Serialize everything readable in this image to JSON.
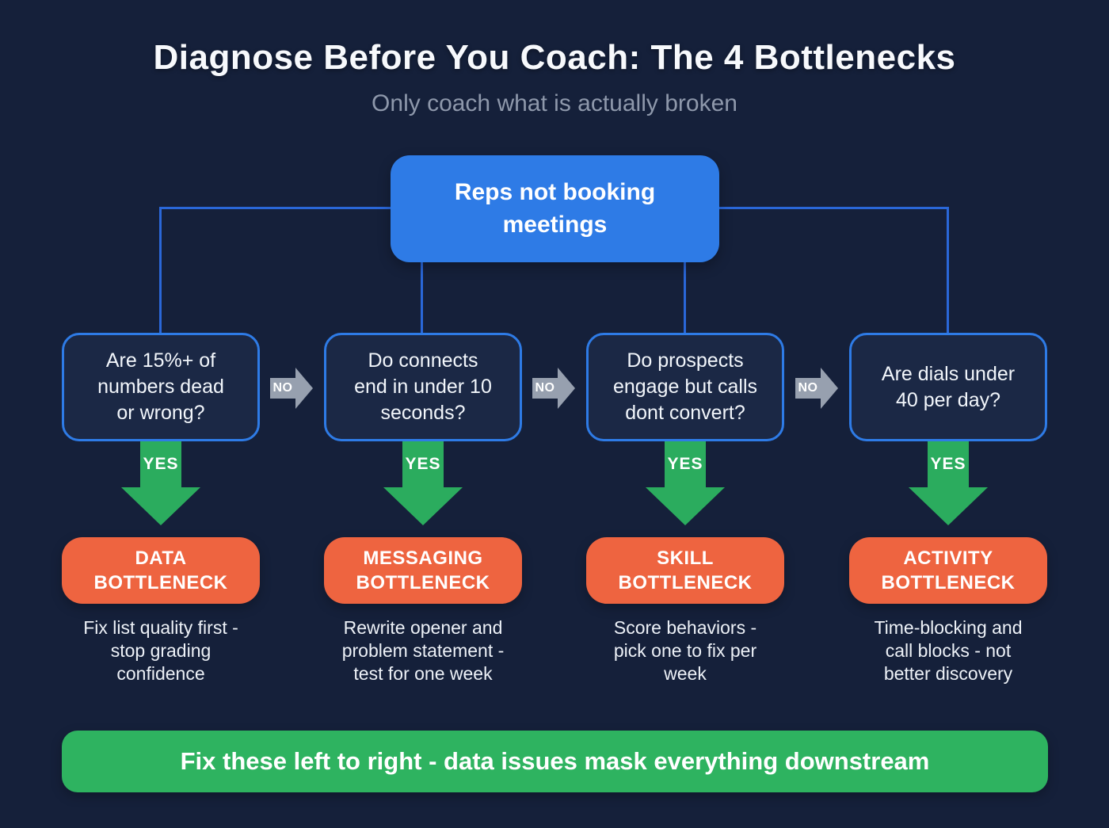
{
  "header": {
    "title": "Diagnose Before You Coach: The 4 Bottlenecks",
    "subtitle": "Only coach what is actually broken"
  },
  "root": {
    "label": "Reps not booking\nmeetings"
  },
  "labels": {
    "yes": "YES",
    "no": "NO"
  },
  "columns": [
    {
      "question": "Are 15%+ of\nnumbers dead\nor wrong?",
      "bottleneck": "DATA\nBOTTLENECK",
      "remedy": "Fix list quality first -\nstop grading\nconfidence"
    },
    {
      "question": "Do connects\nend in under 10\nseconds?",
      "bottleneck": "MESSAGING\nBOTTLENECK",
      "remedy": "Rewrite opener and\nproblem statement -\ntest for one week"
    },
    {
      "question": "Do prospects\nengage but calls\ndont convert?",
      "bottleneck": "SKILL\nBOTTLENECK",
      "remedy": "Score behaviors -\npick one to fix per\nweek"
    },
    {
      "question": "Are dials under\n40 per day?",
      "bottleneck": "ACTIVITY\nBOTTLENECK",
      "remedy": "Time-blocking and\ncall blocks - not\nbetter discovery"
    }
  ],
  "footer": {
    "banner": "Fix these left to right - data issues mask everything downstream"
  },
  "colors": {
    "bg": "#15203A",
    "blue": "#2E7BE6",
    "line": "#2A67D8",
    "card": "#1B2845",
    "orange": "#EE6440",
    "green": "#2BAC5E",
    "banner-green": "#2EB360",
    "gray-arrow": "#97A0AF",
    "subtitle": "#8E98AB"
  }
}
